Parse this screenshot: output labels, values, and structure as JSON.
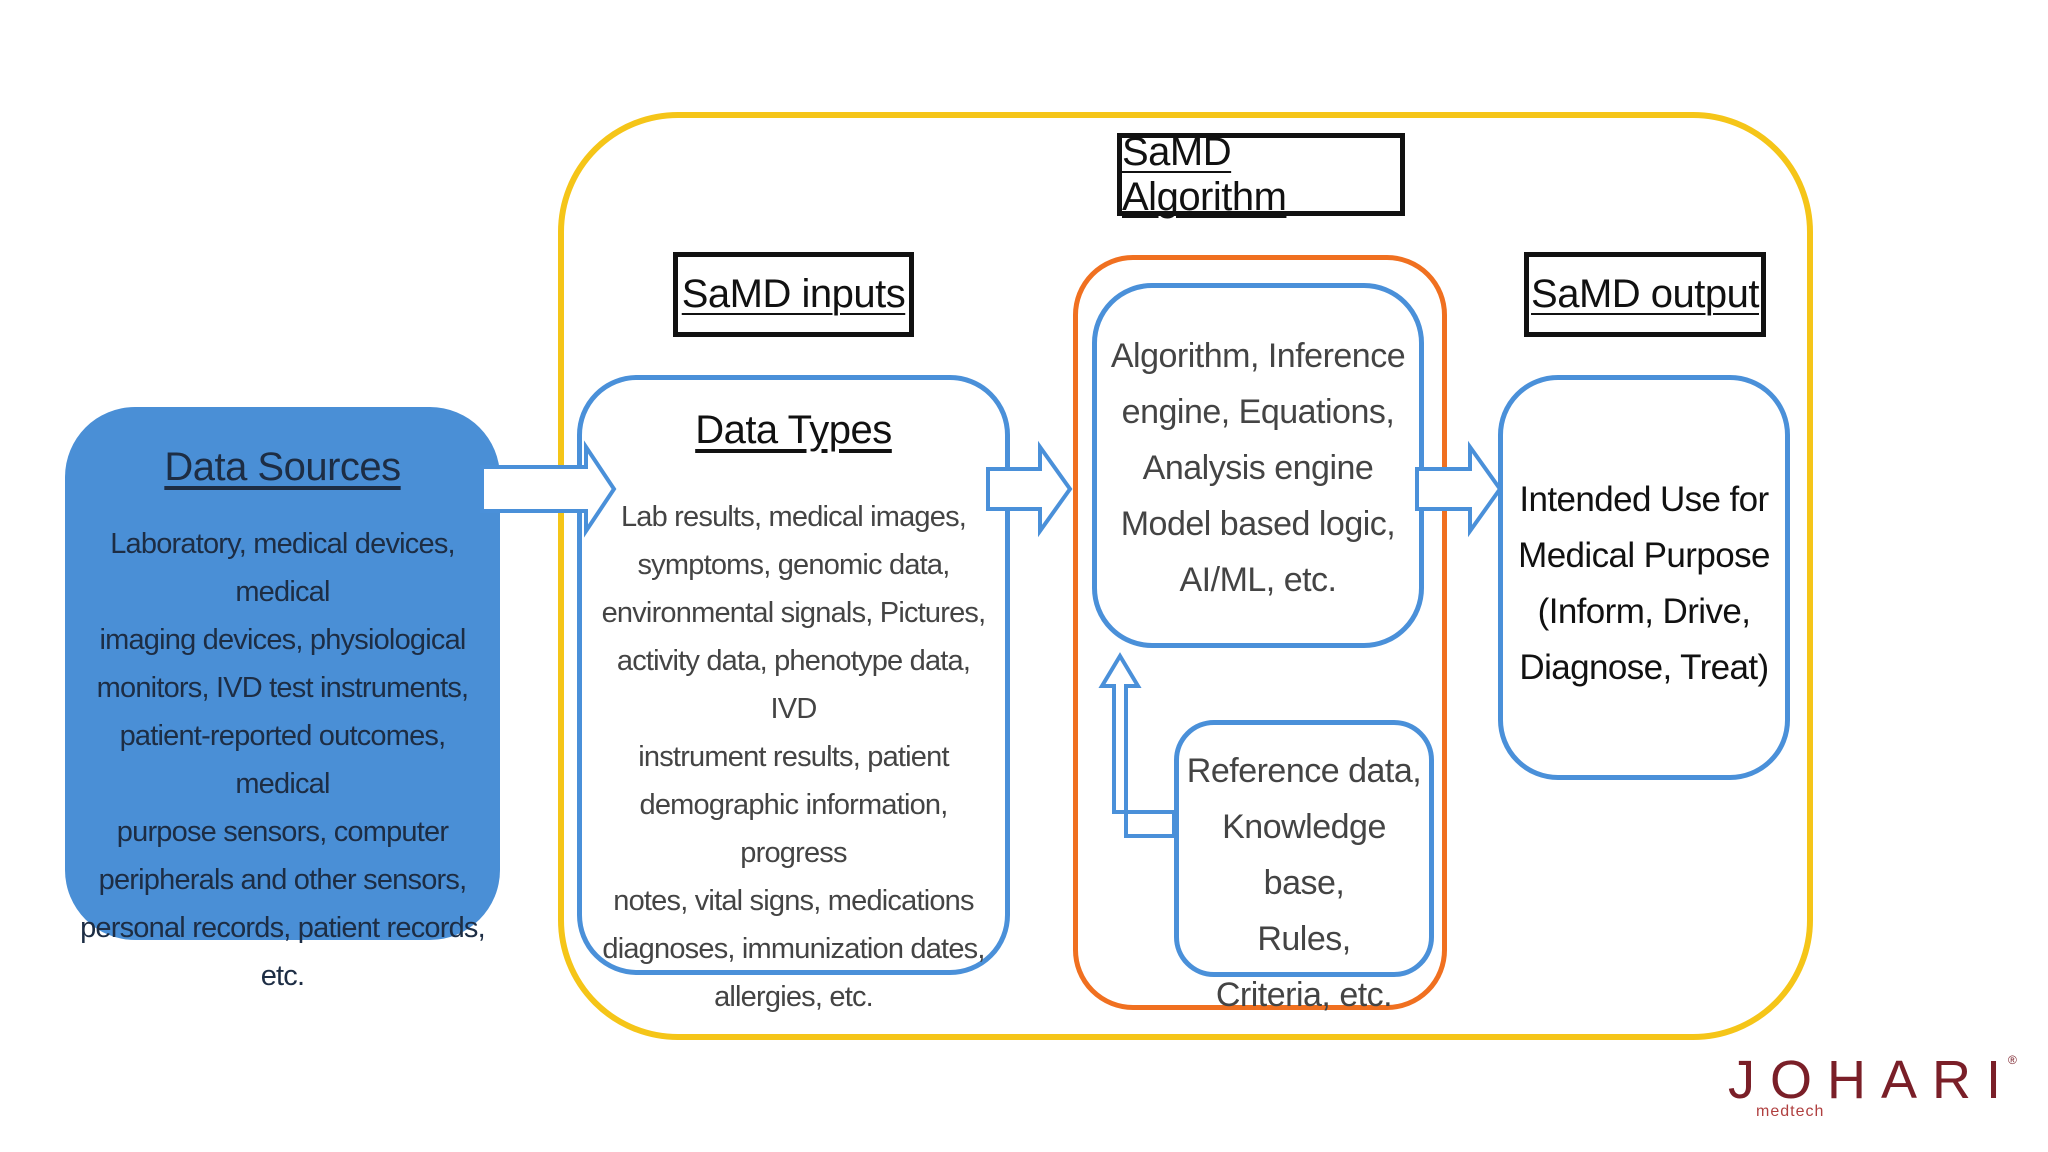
{
  "diagram": {
    "algorithm_title": "SaMD Algorithm",
    "inputs_title": "SaMD inputs",
    "output_title": "SaMD output",
    "sources": {
      "title": "Data Sources",
      "lines": [
        "Laboratory, medical devices, medical",
        "imaging devices, physiological",
        "monitors, IVD test instruments,",
        "patient-reported outcomes, medical",
        "purpose sensors, computer",
        "peripherals and other sensors,",
        "personal records, patient records, etc."
      ]
    },
    "data_types": {
      "title": "Data Types",
      "lines": [
        "Lab results, medical images,",
        "symptoms, genomic data,",
        "environmental signals, Pictures,",
        "activity data, phenotype data, IVD",
        "instrument results, patient",
        "demographic information, progress",
        "notes, vital signs, medications",
        "diagnoses, immunization dates,",
        "allergies, etc."
      ]
    },
    "algorithm": {
      "lines": [
        "Algorithm, Inference",
        "engine, Equations,",
        "Analysis engine",
        "Model based logic,",
        "AI/ML, etc."
      ]
    },
    "reference": {
      "lines": [
        "Reference data,",
        "Knowledge base,",
        "Rules,",
        "Criteria, etc."
      ]
    },
    "output": {
      "lines": [
        "Intended Use for",
        "Medical Purpose",
        "(Inform, Drive,",
        "Diagnose, Treat)"
      ]
    }
  },
  "logo": {
    "word": "JOHARI",
    "sub": "medtech",
    "reg": "®"
  },
  "colors": {
    "yellow_border": "#f5c518",
    "orange_border": "#f07020",
    "blue_outline": "#4a90d9",
    "blue_fill": "#4a8fd6",
    "logo": "#7a1f28"
  },
  "icons": [
    "right-arrow-icon",
    "up-arrow-icon"
  ]
}
